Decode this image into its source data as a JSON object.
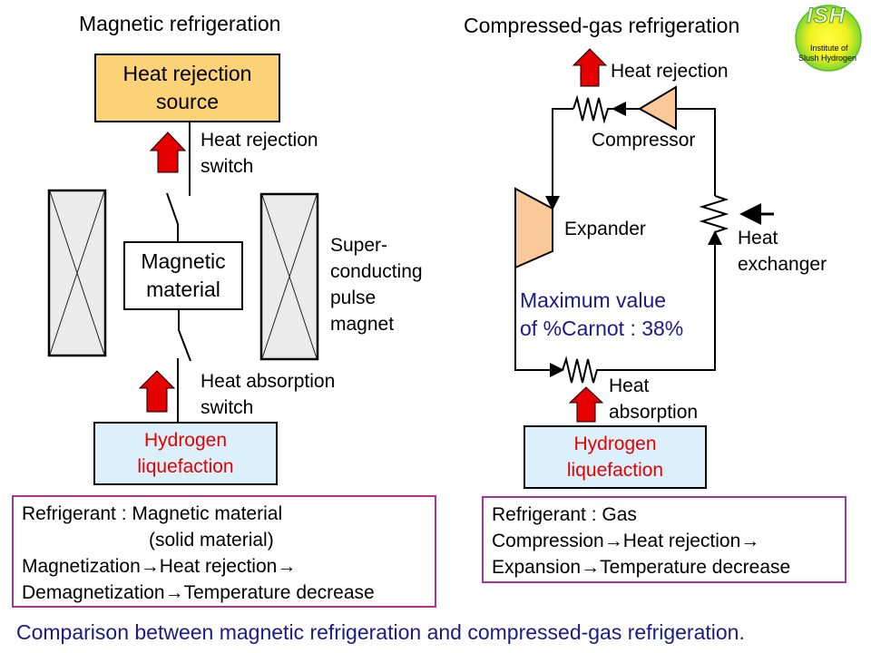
{
  "magnetic": {
    "title": "Magnetic refrigeration",
    "heat_rejection_source": [
      "Heat rejection",
      "source"
    ],
    "heat_rejection_switch": [
      "Heat rejection",
      "switch"
    ],
    "magnetic_material": [
      "Magnetic",
      "material"
    ],
    "magnet_label": [
      "Super-",
      "conducting",
      "pulse",
      "magnet"
    ],
    "heat_absorption_switch": [
      "Heat absorption",
      "switch"
    ],
    "hydrogen_box": [
      "Hydrogen",
      "liquefaction"
    ],
    "note": [
      "Refrigerant : Magnetic material",
      "(solid material)",
      "Magnetization→Heat rejection→",
      "Demagnetization→Temperature decrease"
    ]
  },
  "gas": {
    "title": "Compressed-gas refrigeration",
    "heat_rejection": "Heat rejection",
    "compressor": "Compressor",
    "expander": "Expander",
    "heat_exchanger": [
      "Heat",
      "exchanger"
    ],
    "carnot": [
      "Maximum value",
      "of %Carnot : 38%"
    ],
    "heat_absorption": [
      "Heat",
      "absorption"
    ],
    "hydrogen_box": [
      "Hydrogen",
      "liquefaction"
    ],
    "note": [
      "Refrigerant : Gas",
      "Compression→Heat rejection→",
      "Expansion→Temperature decrease"
    ]
  },
  "logo": {
    "abbr": "ISH",
    "line1": "Institute of",
    "line2": "Slush Hydrogen"
  },
  "caption": "Comparison between magnetic refrigeration and compressed-gas refrigeration.",
  "colors": {
    "heat_arrow": "#e60000",
    "source_fill": "#fcd277",
    "hydrogen_fill": "#dcf0fb",
    "machine_fill": "#fbc89a",
    "magnet_fill": "#ebebeb",
    "note_border": "#b0309a",
    "accent_blue": "#1a1a8c"
  }
}
